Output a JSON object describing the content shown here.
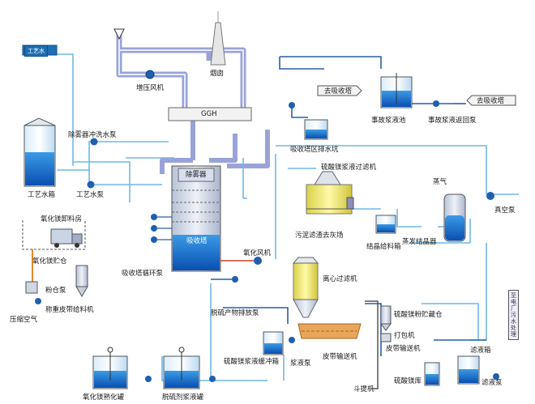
{
  "labels": {
    "gongyi_shui_tag": "工艺水",
    "gongyi_shuixiang": "工艺水箱",
    "gongyi_shuibeng": "工艺水泵",
    "chuwuqi_chongxi_beng": "除雾器冲洗水泵",
    "zengya_fengji": "增压风机",
    "yancong": "烟囱",
    "ggh": "GGH",
    "chuwuqi": "除雾器",
    "xishouta": "吸收塔",
    "xishouta_xunhuan_beng": "吸收塔循环泵",
    "yanghua_fengji": "氧化风机",
    "yanghuamei_xieliao": "氧化镁卸料房",
    "yanghuamei_zhucang": "氧化镁贮仓",
    "fenlu_cang": "粉仓泵",
    "yasuo_kongqi": "压缩空气",
    "chengzhong_pidai": "称重皮带给料机",
    "yanghuamei_shuhua_guan": "氧化镁熟化罐",
    "tuoliu_jiang_guan": "脱硫剂浆液罐",
    "tuoliu_chanwu_beng": "脱硫产物排放泵",
    "liusuanmei_huanchong": "硫酸镁浆液缓冲箱",
    "jiangye_beng": "浆液泵",
    "pidai_shusong": "皮带输送机",
    "douti_ji": "斗提机",
    "liusuanmei_ku": "硫酸镁库",
    "liusuanmei_fenzhucang": "硫酸镁粉贮藏仓",
    "dabao_ji": "打包机",
    "pidai_shusong2": "皮带输送机",
    "lvye_xiang": "滤液箱",
    "lvye_beng": "滤液泵",
    "lixin_guolv": "离心过滤机",
    "liusuanmei_guolv": "硫酸镁浆液过滤机",
    "wuni_lvzha": "污泥滤渣去灰场",
    "jiejing_geiliao": "结晶给料箱",
    "zhengfa_jiejing": "蒸发结晶器",
    "zhengqi": "蒸气",
    "zhenkong_beng": "真空泵",
    "qu_xishouta": "去吸收塔",
    "qu_xishouta2": "去吸收塔",
    "shigu_jiangye_chi": "事故浆液池",
    "shigu_jiangye_huibeng": "事故浆液返回泵",
    "xishouta_qu_paishui": "吸收塔区排水坑",
    "zhiliang_shuiqu": "至电厂污水处理"
  }
}
